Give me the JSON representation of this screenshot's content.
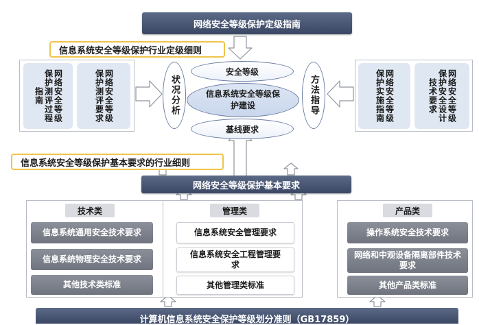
{
  "top_title": "网络安全等级保护定级指南",
  "industry_grading_rules": "信息系统安全等级保护行业定级细则",
  "left_cards": [
    {
      "columns": [
        "网络安全等级",
        "保护测评过程",
        "指南"
      ]
    },
    {
      "columns": [
        "网络安全等级",
        "保护测评要求"
      ]
    }
  ],
  "right_cards": [
    {
      "columns": [
        "网络安全等级",
        "保护实施指南"
      ]
    },
    {
      "columns": [
        "网络安全等级",
        "保护安全设计",
        "技术要求"
      ]
    }
  ],
  "status_analysis": "状况分析",
  "method_guidance": "方法指导",
  "security_level": "安全等级",
  "protection_build": "信息系统安全等级保护建设",
  "baseline_req": "基线要求",
  "industry_basic_rules": "信息系统安全等级保护基本要求的行业细则",
  "basic_requirements": "网络安全等级保护基本要求",
  "tech": {
    "label": "技术类",
    "items": [
      "信息系统通用安全技术要求",
      "信息系统物理安全技术要求",
      "其他技术类标准"
    ]
  },
  "mgmt": {
    "label": "管理类",
    "items": [
      "信息系统安全管理要求",
      "信息系统安全工程管理要求",
      "其他管理类标准"
    ]
  },
  "product": {
    "label": "产品类",
    "items": [
      "操作系统安全技术要求",
      "网络和中观设备隔离部件技术要求",
      "其他产品类标准"
    ]
  },
  "bottom_title": "计算机信息系统安全保护等级划分准则（GB17859）",
  "colors": {
    "dark_bar": "#3b4764",
    "gold_border": "#f0c44a",
    "card_fill": "#dfe7f2",
    "grey_button": "#7a7f89"
  }
}
